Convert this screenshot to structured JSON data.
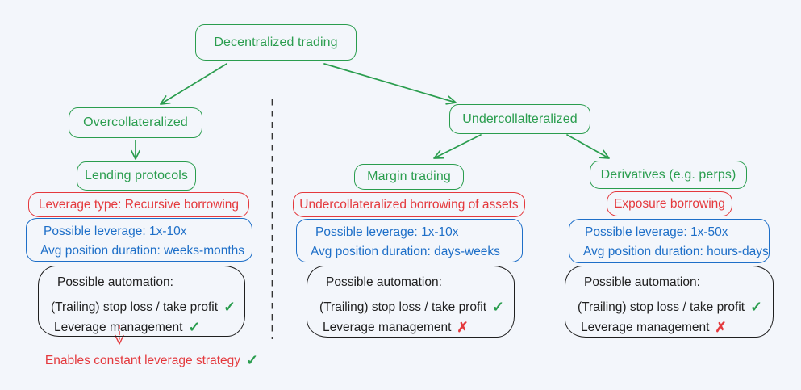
{
  "colors": {
    "green": "#2a9d4e",
    "red": "#e4393d",
    "blue": "#1e6fc8",
    "ink": "#1f1f1f",
    "background": "#f3f6fb"
  },
  "nodes": {
    "root": "Decentralized trading",
    "overcollateralized": "Overcollateralized",
    "lending": "Lending protocols",
    "undercollateralized": "Undercollalteralized",
    "margin": "Margin trading",
    "derivatives": "Derivatives (e.g. perps)"
  },
  "columns": {
    "lending": {
      "leverage_type": "Leverage type: Recursive borrowing",
      "possible_leverage": "Possible leverage: 1x-10x",
      "position_duration": "Avg position duration: weeks-months",
      "automation_title": "Possible automation:",
      "automation": [
        {
          "label": "(Trailing) stop loss / take profit",
          "mark": "✓"
        },
        {
          "label": "Leverage management",
          "mark": "✓"
        }
      ],
      "note": "Enables constant leverage strategy",
      "note_mark": "✓"
    },
    "margin": {
      "leverage_type": "Undercollateralized borrowing of assets",
      "possible_leverage": "Possible leverage: 1x-10x",
      "position_duration": "Avg position duration: days-weeks",
      "automation_title": "Possible automation:",
      "automation": [
        {
          "label": "(Trailing) stop loss / take profit",
          "mark": "✓"
        },
        {
          "label": "Leverage management",
          "mark": "✗"
        }
      ]
    },
    "derivatives": {
      "leverage_type": "Exposure borrowing",
      "possible_leverage": "Possible leverage: 1x-50x",
      "position_duration": "Avg position duration: hours-days",
      "automation_title": "Possible automation:",
      "automation": [
        {
          "label": "(Trailing) stop loss / take profit",
          "mark": "✓"
        },
        {
          "label": "Leverage management",
          "mark": "✗"
        }
      ]
    }
  }
}
